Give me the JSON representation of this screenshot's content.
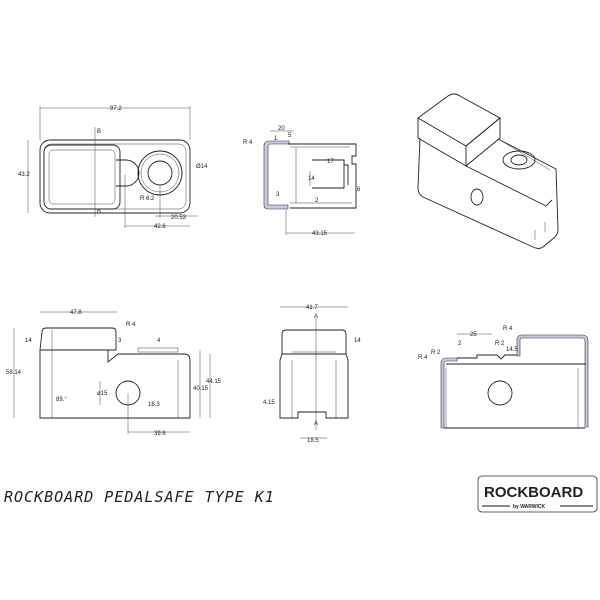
{
  "title": "ROCKBOARD PEDALSAFE TYPE K1",
  "logo": {
    "brand": "ROCKBOARD",
    "sub": "by WARWICK"
  },
  "views": {
    "top": {
      "width": "97.2",
      "height": "43.2",
      "section_top": "B",
      "section_bottom": "B",
      "radius": "R 6.2",
      "hole": "Ø14",
      "d1": "20.53",
      "d2": "42.6"
    },
    "section_b": {
      "d20": "20",
      "d5": "5",
      "d1": "1",
      "radius": "R 4",
      "d17": "17",
      "d14": "14",
      "d6": "6",
      "d3": "3",
      "d2": "2",
      "d43": "43.15"
    },
    "front": {
      "d47": "47.8",
      "radius": "R 4",
      "d14": "14",
      "d3": "3",
      "d4": "4",
      "d58": "58.14",
      "d44": "44.15",
      "d40": "40.15",
      "angle": "89.°",
      "hole": "ø15",
      "d16": "16.3",
      "d39": "39.6"
    },
    "side": {
      "d41": "41.7",
      "sec_top": "A",
      "d14": "14",
      "d4": "4.15",
      "sec_bottom": "A",
      "d18": "18.5"
    },
    "section_a": {
      "r4a": "R 4",
      "d25": "25",
      "d2": "2",
      "r2a": "R 2",
      "r2b": "R 2",
      "r4b": "R 4",
      "d14": "14.5"
    }
  }
}
